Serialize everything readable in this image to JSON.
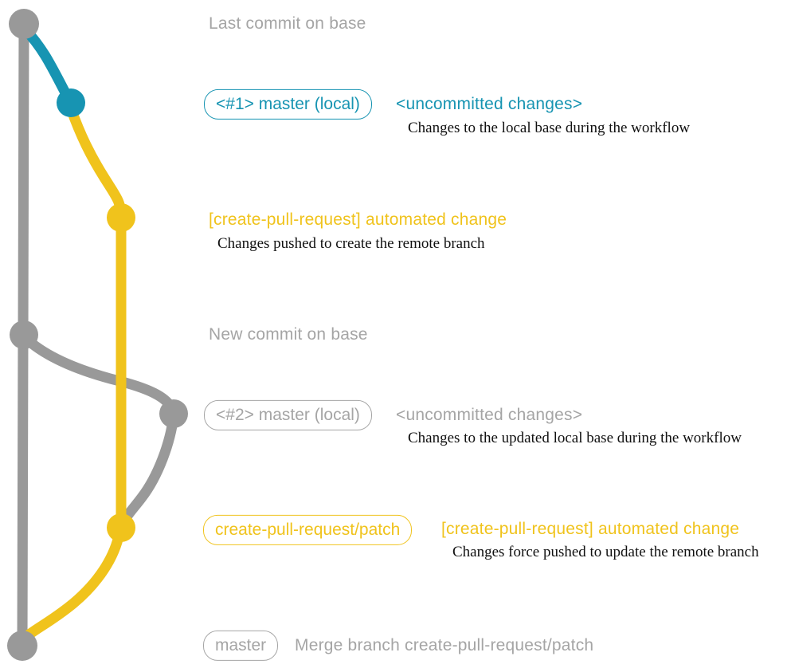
{
  "colors": {
    "teal": "#1794B2",
    "yellow": "#F0C31C",
    "gray-line": "#999999",
    "gray-text": "#A5A5A5",
    "caption": "#111111"
  },
  "graph": {
    "nodes": [
      {
        "id": "base-top-commit",
        "color": "gray"
      },
      {
        "id": "local-1-commit",
        "color": "teal"
      },
      {
        "id": "remote-1-commit",
        "color": "yellow"
      },
      {
        "id": "base-new-commit",
        "color": "gray"
      },
      {
        "id": "local-2-commit",
        "color": "gray"
      },
      {
        "id": "remote-2-commit",
        "color": "yellow"
      },
      {
        "id": "base-merge-commit",
        "color": "gray"
      }
    ]
  },
  "annotations": {
    "last_commit": {
      "label": "Last commit on base"
    },
    "row1": {
      "badge": "<#1> master (local)",
      "title": "<uncommitted changes>",
      "caption": "Changes to the local base during the workflow"
    },
    "row2": {
      "title": "[create-pull-request] automated change",
      "caption": "Changes pushed to create the remote branch"
    },
    "new_commit": {
      "label": "New commit on base"
    },
    "row3": {
      "badge": "<#2> master (local)",
      "title": "<uncommitted changes>",
      "caption": "Changes to the updated local base during the workflow"
    },
    "row4": {
      "badge": "create-pull-request/patch",
      "title": "[create-pull-request] automated change",
      "caption": "Changes force pushed to update the remote branch"
    },
    "row5": {
      "badge": "master",
      "title": "Merge branch create-pull-request/patch"
    }
  }
}
